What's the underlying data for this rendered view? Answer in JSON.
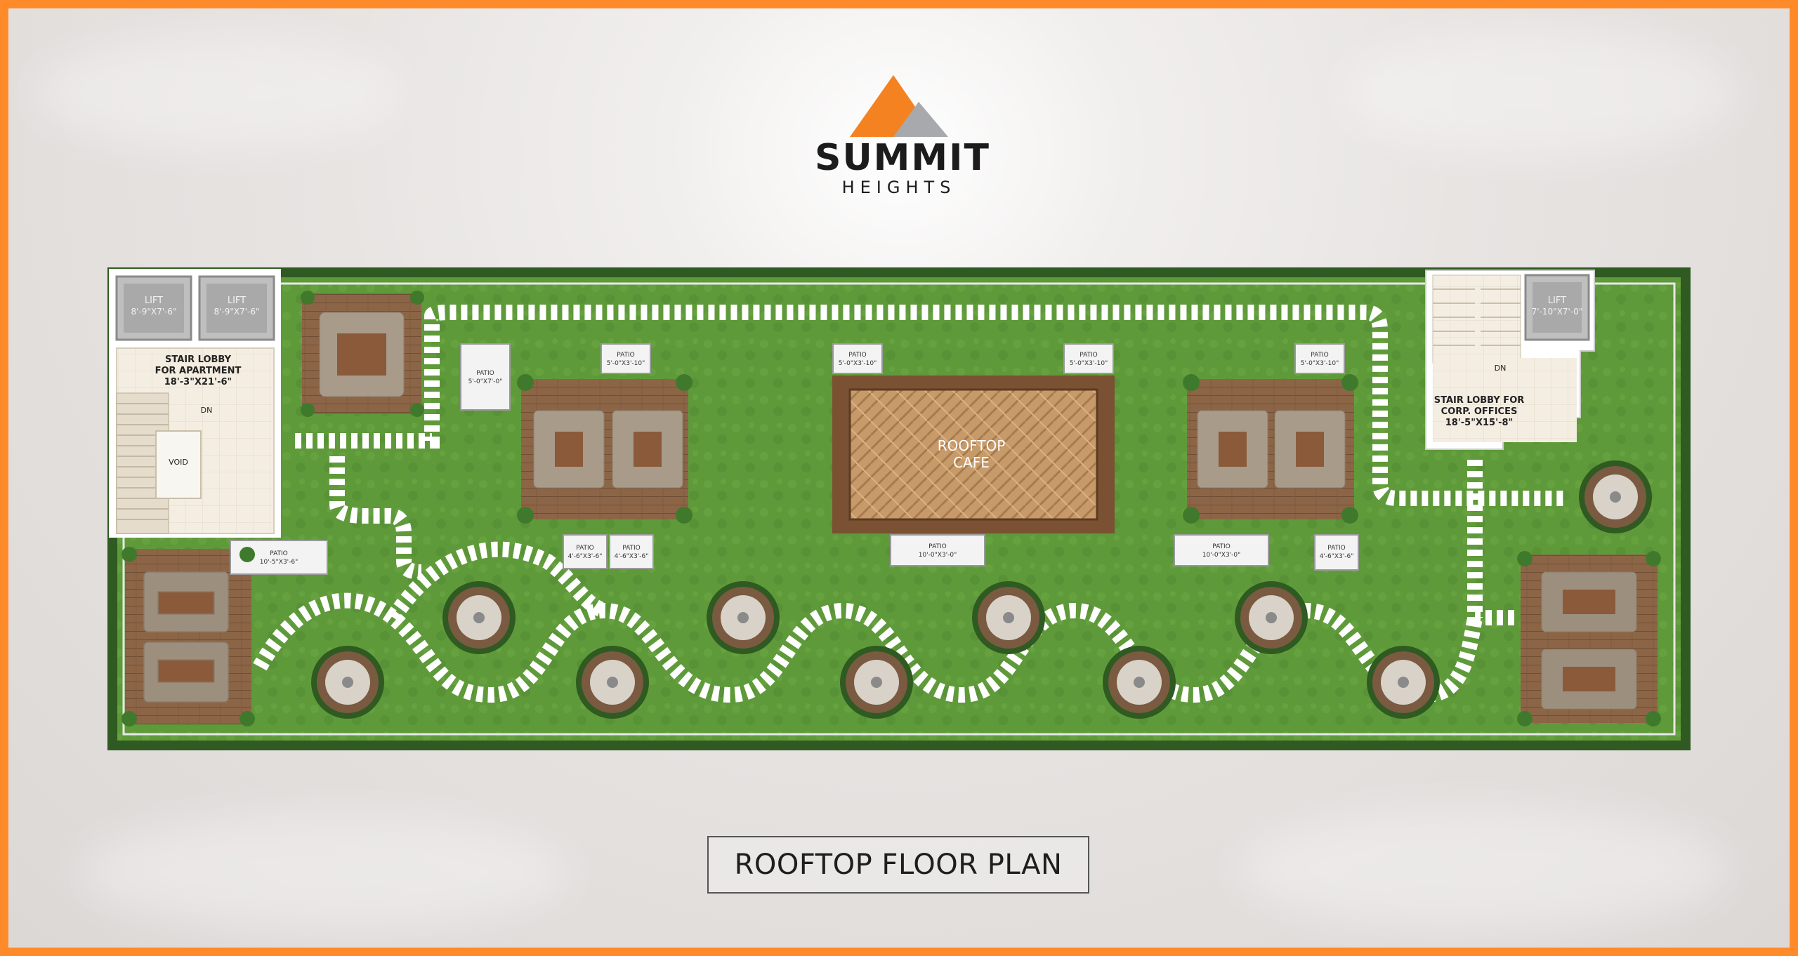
{
  "brand": {
    "name": "SUMMIT",
    "tagline": "HEIGHTS"
  },
  "caption": "ROOFTOP FLOOR PLAN",
  "rooms": {
    "lift_1": {
      "name": "LIFT",
      "size": "8'-9\"X7'-6\""
    },
    "lift_2": {
      "name": "LIFT",
      "size": "8'-9\"X7'-6\""
    },
    "lift_3": {
      "name": "LIFT",
      "size": "7'-10\"X7'-0\""
    },
    "stair_lobby_apartment": {
      "line1": "STAIR LOBBY",
      "line2": "FOR APARTMENT",
      "size": "18'-3\"X21'-6\""
    },
    "stair_lobby_corp": {
      "line1": "STAIR LOBBY FOR",
      "line2": "CORP. OFFICES",
      "size": "18'-5\"X15'-8\""
    },
    "void": "VOID",
    "dn_left": "DN",
    "dn_right": "DN",
    "cafe": {
      "line1": "ROOFTOP",
      "line2": "CAFE"
    }
  },
  "patios": [
    {
      "label": "PATIO",
      "size": "5'-0\"X7'-0\""
    },
    {
      "label": "PATIO",
      "size": "5'-0\"X3'-10\""
    },
    {
      "label": "PATIO",
      "size": "5'-0\"X3'-10\""
    },
    {
      "label": "PATIO",
      "size": "5'-0\"X3'-10\""
    },
    {
      "label": "PATIO",
      "size": "5'-0\"X3'-10\""
    },
    {
      "label": "PATIO",
      "size": "10'-5\"X3'-6\""
    },
    {
      "label": "PATIO",
      "size": "4'-6\"X3'-6\""
    },
    {
      "label": "PATIO",
      "size": "4'-6\"X3'-6\""
    },
    {
      "label": "PATIO",
      "size": "10'-0\"X3'-0\""
    },
    {
      "label": "PATIO",
      "size": "10'-0\"X3'-0\""
    },
    {
      "label": "PATIO",
      "size": "4'-6\"X3'-6\""
    }
  ],
  "colors": {
    "accent_orange": "#f58220",
    "accent_grey": "#a7a9ac",
    "lawn": "#5f9a3a",
    "deck": "#8a6446",
    "hedge": "#2f5a22"
  }
}
